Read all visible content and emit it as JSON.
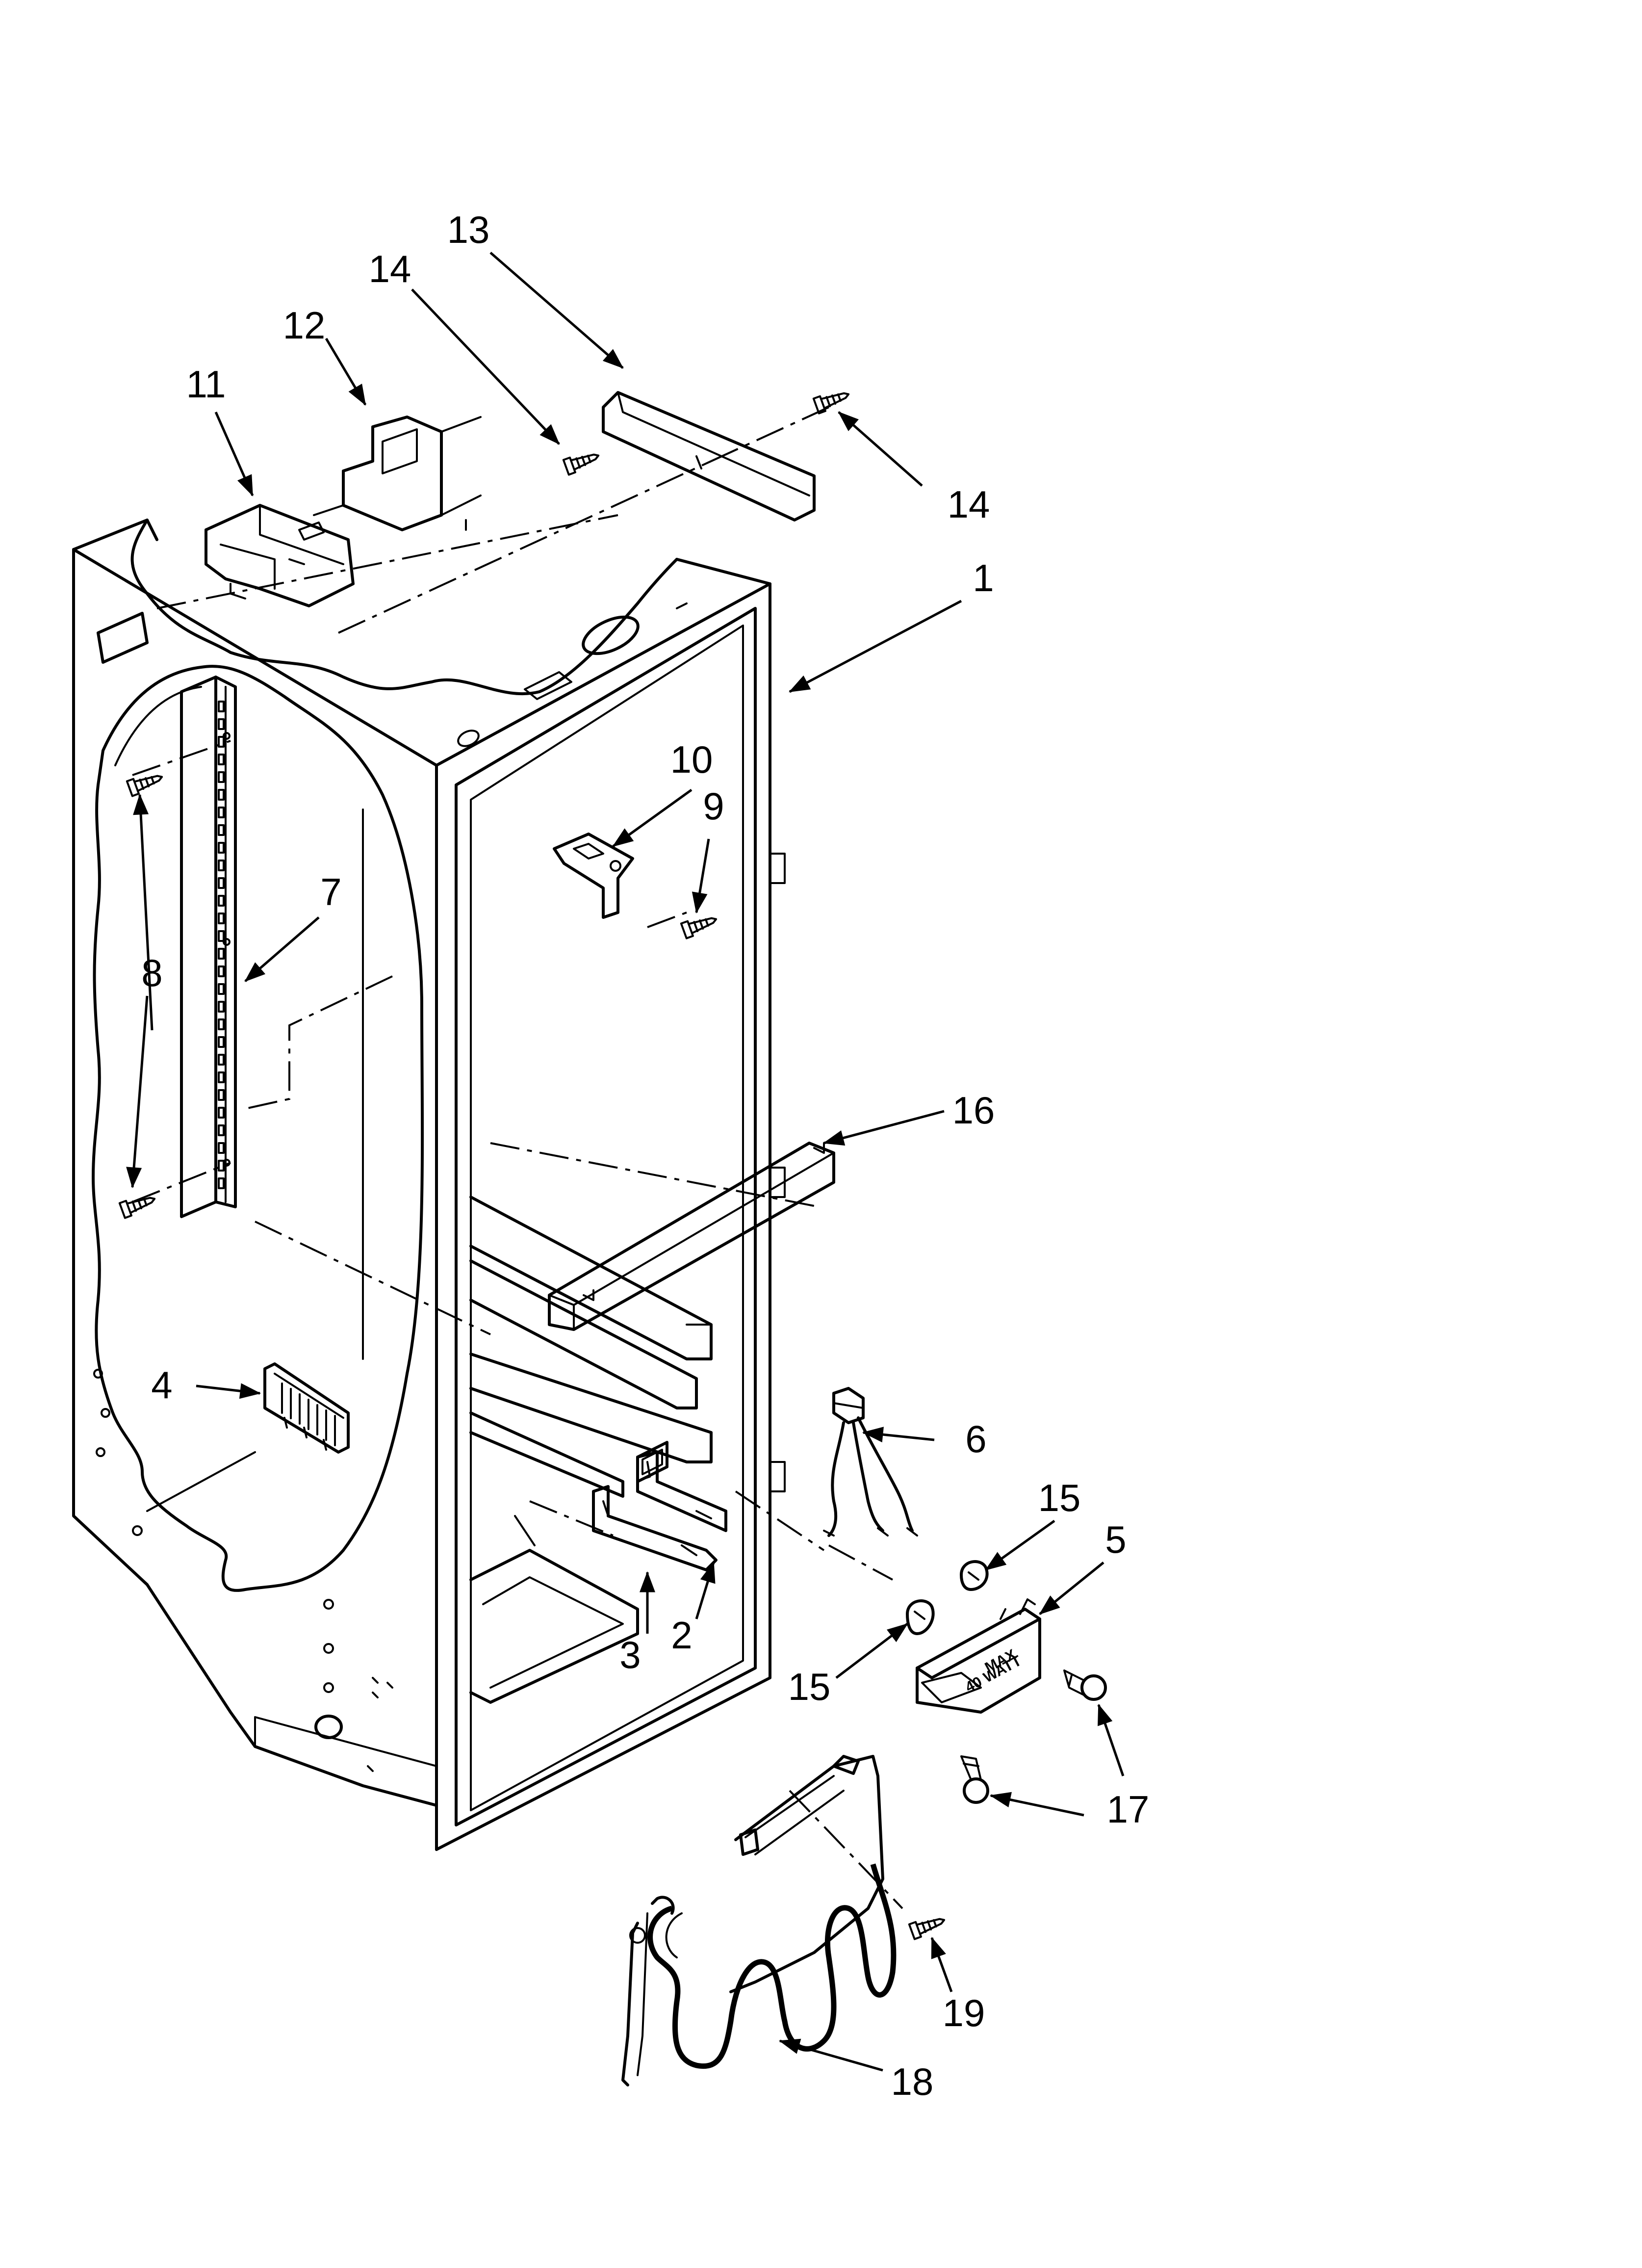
{
  "callouts": [
    {
      "id": "1",
      "text": "1"
    },
    {
      "id": "2",
      "text": "2"
    },
    {
      "id": "3",
      "text": "3"
    },
    {
      "id": "4",
      "text": "4"
    },
    {
      "id": "5",
      "text": "5"
    },
    {
      "id": "6",
      "text": "6"
    },
    {
      "id": "7",
      "text": "7"
    },
    {
      "id": "8",
      "text": "8"
    },
    {
      "id": "9",
      "text": "9"
    },
    {
      "id": "10",
      "text": "10"
    },
    {
      "id": "11",
      "text": "11"
    },
    {
      "id": "12",
      "text": "12"
    },
    {
      "id": "13",
      "text": "13"
    },
    {
      "id": "14a",
      "text": "14"
    },
    {
      "id": "14b",
      "text": "14"
    },
    {
      "id": "15a",
      "text": "15"
    },
    {
      "id": "15b",
      "text": "15"
    },
    {
      "id": "16",
      "text": "16"
    },
    {
      "id": "17",
      "text": "17"
    },
    {
      "id": "18",
      "text": "18"
    },
    {
      "id": "19",
      "text": "19"
    }
  ],
  "light_housing_plate": {
    "line1": "MAX",
    "line2": "40 WATT"
  }
}
